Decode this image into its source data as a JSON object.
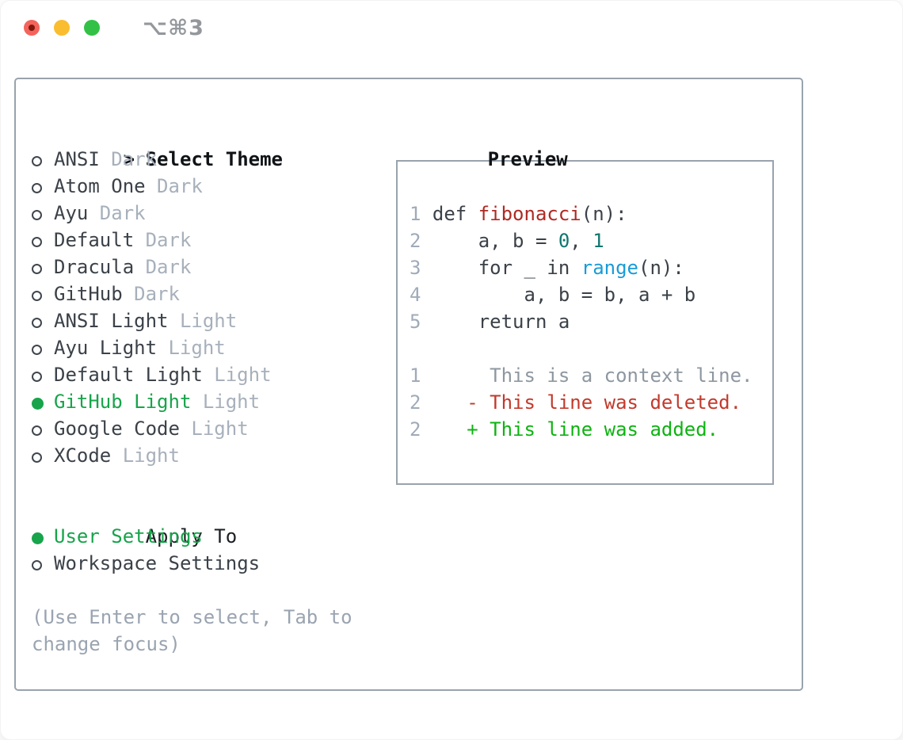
{
  "titlebar": {
    "shortcut": "⌥⌘3"
  },
  "colors": {
    "selection_green": "#17a44b",
    "added_green": "#0eb312",
    "deleted_red": "#c23a2c",
    "function_red": "#af2a23",
    "builtin_blue": "#199bd8",
    "number_teal": "#0f766d",
    "muted_gray": "#a7b0bb",
    "panel_border": "#99a3ad",
    "traffic_red": "#f4645c",
    "traffic_yellow": "#fabd2f",
    "traffic_green": "#32c146"
  },
  "theme_panel": {
    "header": {
      "prompt": ">",
      "label": "Select Theme"
    },
    "themes": [
      {
        "name": "ANSI",
        "variant": "Dark",
        "selected": false
      },
      {
        "name": "Atom One",
        "variant": "Dark",
        "selected": false
      },
      {
        "name": "Ayu",
        "variant": "Dark",
        "selected": false
      },
      {
        "name": "Default",
        "variant": "Dark",
        "selected": false
      },
      {
        "name": "Dracula",
        "variant": "Dark",
        "selected": false
      },
      {
        "name": "GitHub",
        "variant": "Dark",
        "selected": false
      },
      {
        "name": "ANSI Light",
        "variant": "Light",
        "selected": false
      },
      {
        "name": "Ayu Light",
        "variant": "Light",
        "selected": false
      },
      {
        "name": "Default Light",
        "variant": "Light",
        "selected": false
      },
      {
        "name": "GitHub Light",
        "variant": "Light",
        "selected": true
      },
      {
        "name": "Google Code",
        "variant": "Light",
        "selected": false
      },
      {
        "name": "XCode",
        "variant": "Light",
        "selected": false
      }
    ],
    "apply_to": {
      "label": "Apply To",
      "options": [
        {
          "name": "User Settings",
          "selected": true
        },
        {
          "name": "Workspace Settings",
          "selected": false
        }
      ]
    },
    "hint": "(Use Enter to select, Tab to change focus)"
  },
  "preview": {
    "header": "Preview",
    "lines": [
      {
        "segments": [
          {
            "t": "1",
            "c": "ln"
          },
          {
            "t": " def ",
            "c": "code"
          },
          {
            "t": "fibonacci",
            "c": "fn"
          },
          {
            "t": "(n):",
            "c": "code"
          }
        ]
      },
      {
        "segments": [
          {
            "t": "2",
            "c": "ln"
          },
          {
            "t": "     a, b = ",
            "c": "code"
          },
          {
            "t": "0",
            "c": "num"
          },
          {
            "t": ", ",
            "c": "code"
          },
          {
            "t": "1",
            "c": "num"
          }
        ]
      },
      {
        "segments": [
          {
            "t": "3",
            "c": "ln"
          },
          {
            "t": "     for _ in ",
            "c": "code"
          },
          {
            "t": "range",
            "c": "bi"
          },
          {
            "t": "(n):",
            "c": "code"
          }
        ]
      },
      {
        "segments": [
          {
            "t": "4",
            "c": "ln"
          },
          {
            "t": "         a, b = b, a + b",
            "c": "code"
          }
        ]
      },
      {
        "segments": [
          {
            "t": "5",
            "c": "ln"
          },
          {
            "t": "     return a",
            "c": "code"
          }
        ]
      },
      {
        "segments": []
      },
      {
        "segments": [
          {
            "t": "1",
            "c": "ln"
          },
          {
            "t": "      This is a context line.",
            "c": "ctx"
          }
        ]
      },
      {
        "segments": [
          {
            "t": "2",
            "c": "ln"
          },
          {
            "t": "    - This line was deleted.",
            "c": "del"
          }
        ]
      },
      {
        "segments": [
          {
            "t": "2",
            "c": "ln"
          },
          {
            "t": "    + This line was added.",
            "c": "add"
          }
        ]
      }
    ]
  }
}
